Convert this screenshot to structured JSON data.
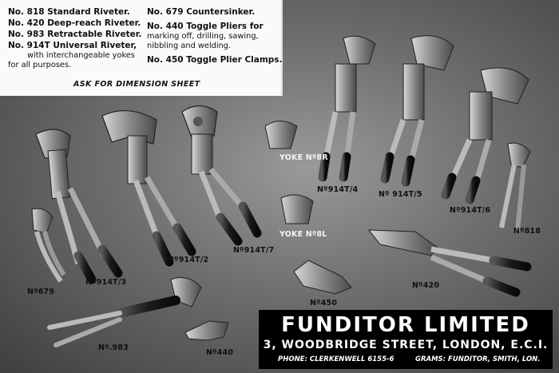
{
  "products": {
    "left": {
      "p818": "No. 818 Standard Riveter.",
      "p420": "No. 420 Deep-reach Riveter.",
      "p983": "No. 983 Retractable Riveter.",
      "p914t": "No. 914T Universal Riveter,",
      "p914t_sub1": "with interchangeable yokes",
      "p914t_sub2": "for all purposes."
    },
    "right": {
      "p679": "No. 679 Countersinker.",
      "p440": "No. 440 Toggle Pliers for",
      "p440_sub1": "marking off, drilling, sawing,",
      "p440_sub2": "nibbling and welding.",
      "p450": "No. 450 Toggle Plier Clamps."
    },
    "ask": "ASK FOR DIMENSION SHEET"
  },
  "labels": {
    "yoke8r": "YOKE Nº8R",
    "yoke8l": "YOKE Nº8L",
    "t914_4": "Nº914T/4",
    "t914_5": "Nº 914T/5",
    "t914_6": "Nº914T/6",
    "t914_3": "Nº914T/3",
    "t914_2": "Nº914T/2",
    "t914_7": "Nº914T/7",
    "n818": "Nº818",
    "n679": "Nº679",
    "n450": "Nº450",
    "n420": "Nº420",
    "n983": "Nº.983",
    "n440": "Nº440"
  },
  "footer": {
    "company": "FUNDITOR LIMITED",
    "address": "3, WOODBRIDGE STREET, LONDON, E.C.I.",
    "phone": "PHONE: CLERKENWELL 6155-6",
    "grams": "GRAMS: FUNDITOR, SMITH, LON."
  },
  "colors": {
    "background_dark": "#3f3f3f",
    "background_mid": "#9a9a9a",
    "banner": "#000000",
    "paper": "#fafafa"
  }
}
